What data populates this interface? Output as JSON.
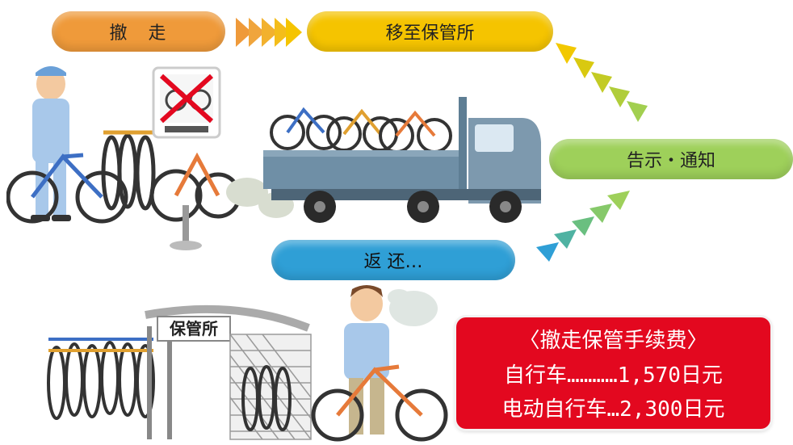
{
  "flow": {
    "step_remove": "撤走",
    "step_move": "移至保管所",
    "step_notice": "告示・通知",
    "step_return": "返 还…"
  },
  "scene": {
    "storage_sign": "保管所"
  },
  "fee": {
    "title": "〈撤走保管手续费〉",
    "line_bicycle": "自行车…………1,570日元",
    "line_ebike": "电动自行车…2,300日元"
  },
  "colors": {
    "orange": "#ef9a3a",
    "yellow": "#f5c400",
    "green": "#9ed05a",
    "blue": "#2f9fd6",
    "red": "#e3081f"
  }
}
